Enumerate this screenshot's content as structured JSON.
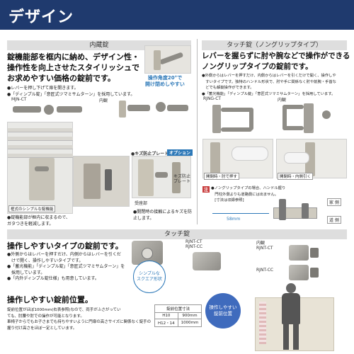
{
  "header": {
    "title": "デザイン"
  },
  "left_section": {
    "bar_label": "内蔵錠",
    "lead": [
      "錠機能部を框内に納め、デザイン性・",
      "操作性を向上させたスタイリッシュで",
      "お求めやすい価格の錠前です。"
    ],
    "bullets": [
      "●レバーを押し下げて扉を開きます。",
      "●「ディンプル錠」「意匠式ツマミサムターン」を採用しています。"
    ],
    "callout": [
      "操作角度20°で",
      "開け閉めしやすい"
    ],
    "product_labels": [
      "MJN-CT",
      "内観"
    ],
    "option_badge": "オプション",
    "strike_label": "●キズ防止プレート",
    "bottom_caption": "框式のシンプルな錠機能",
    "strike_caption": [
      "キズ防止",
      "プレート"
    ],
    "receiver_caption": "受座部",
    "note_left": [
      "●錠機能部が框内に収まるので、",
      "ガタつきを軽減します。"
    ],
    "note_right": [
      "●開閉時の接触によるキズを防止します。"
    ]
  },
  "right_section": {
    "bar_label": "タッチ錠（ノングリップタイプ）",
    "lead": [
      "レバーを握らずに肘や腕などで操作ができる",
      "ノングリップタイプの錠前です。"
    ],
    "bullets": [
      "●外側からはレバーを押すだけ、内側からはレバーを引くだけで開く、操作しや",
      "　すいタイプです。独特のハンドル形状で、肘や手に関係なく肘や前腕・手首な",
      "　どでも解錠操作ができます。",
      "●「蓄光機能」「ディンプル錠」「意匠式ツマミサムターン」を採用しています。"
    ],
    "product_labels": [
      "RJNG-CT",
      "内観"
    ],
    "photo_captions": [
      "開閉時・肘で押す",
      "開閉時・内側引く"
    ],
    "notice_tag": "注",
    "notice": [
      "●ノングリップタイプの場合、ハンドル握り",
      "　門柱外側よりも道路側には出ません。",
      "　[寸法は収録参照]"
    ],
    "dim_label": "58mm",
    "dim_tags": [
      "家 側",
      "道 側"
    ]
  },
  "touch_section": {
    "bar_label": "タッチ錠",
    "lead": "操作しやすいタイプの錠前です。",
    "bullets": [
      "●外側からはレバーを押すだけ、内側からはレバーを引くだ",
      "　けで開く、操作しやすいタイプです。",
      "●「蓄光機能」「ディンプル錠」「意匠式ツマミサムターン」を",
      "　採用しています。",
      "●「内外ディンプル錠仕様」も用意しています。"
    ],
    "circle": [
      "シンプルな",
      "スクエア形状"
    ],
    "labels_a": [
      "RJNT-CT",
      "RJNT-CC"
    ],
    "labels_b": [
      "内観",
      "RJNT-CT"
    ],
    "label_c": "RJNT-CC"
  },
  "position_section": {
    "title": "操作しやすい錠前位置。",
    "body": [
      "錠前位置がほぼ1000mm(右表参照)なので、両手がふさがってい",
      "ても、肘腰や肘での操作が可能となります。",
      "車椅子からでもお子さまでも持ちやすいように門扉の高さサイズに関係なく錠手の",
      "握り付け高さをほぼ一定としています。"
    ],
    "table_header": "錠前位置寸法",
    "table_rows": [
      [
        "H10",
        "900mm"
      ],
      [
        "H12・14",
        "1000mm"
      ]
    ],
    "circle": [
      "操作しやすい",
      "錠前位置"
    ]
  }
}
